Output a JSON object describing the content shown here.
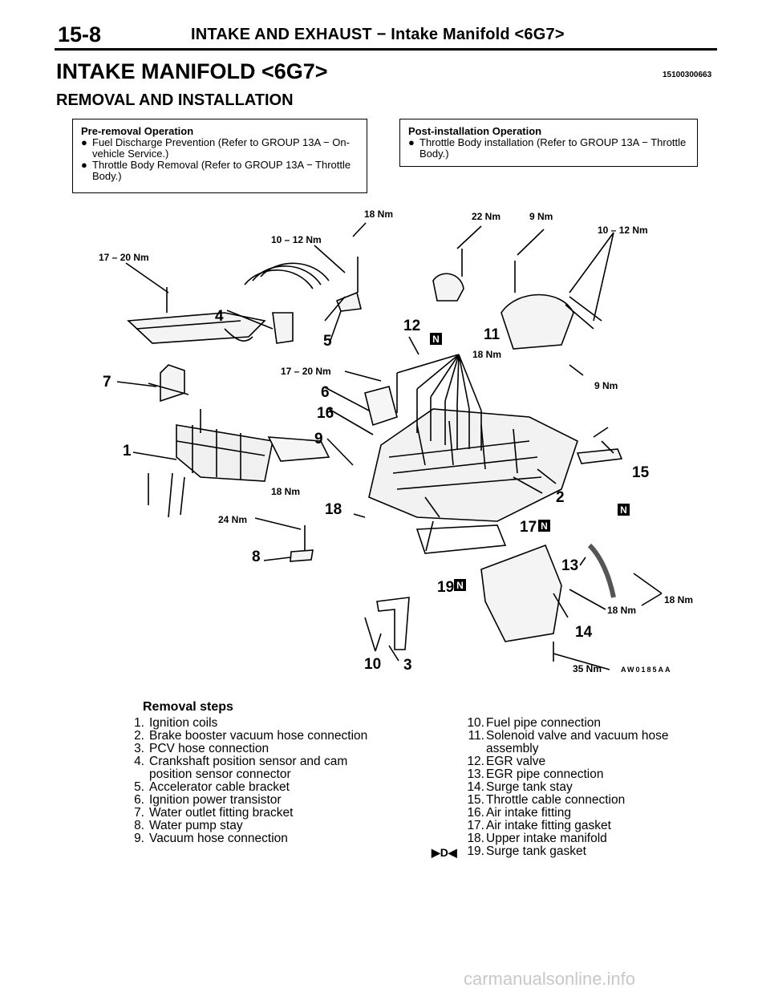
{
  "header": {
    "page_number": "15-8",
    "running_title": "INTAKE AND EXHAUST − Intake Manifold <6G7>"
  },
  "title": "INTAKE MANIFOLD <6G7>",
  "doc_code": "15100300663",
  "subtitle": "REMOVAL AND INSTALLATION",
  "pre_removal": {
    "title": "Pre-removal Operation",
    "bullet": "●",
    "items": [
      "Fuel Discharge Prevention (Refer to GROUP 13A − On-vehicle Service.)",
      "Throttle Body Removal (Refer to GROUP 13A − Throttle Body.)"
    ]
  },
  "post_installation": {
    "title": "Post-installation Operation",
    "bullet": "●",
    "items": [
      "Throttle Body installation (Refer to GROUP 13A − Throttle Body.)"
    ]
  },
  "diagram": {
    "figure_code": "AW0185AA",
    "badge": "N",
    "torques": {
      "t18_top": "18 Nm",
      "t22": "22 Nm",
      "t9_top": "9 Nm",
      "t10_12_right": "10 – 12 Nm",
      "t10_12_left": "10 – 12 Nm",
      "t17_20_left": "17 – 20 Nm",
      "t18_mid": "18 Nm",
      "t17_20_mid": "17 – 20 Nm",
      "t9_right": "9 Nm",
      "t18_left": "18 Nm",
      "t24": "24 Nm",
      "t18_bottom": "18 Nm",
      "t18_far_right": "18 Nm",
      "t35": "35 Nm"
    },
    "callouts": {
      "c1": "1",
      "c2": "2",
      "c3": "3",
      "c4": "4",
      "c5": "5",
      "c6": "6",
      "c7": "7",
      "c8": "8",
      "c9": "9",
      "c10": "10",
      "c11": "11",
      "c12": "12",
      "c13": "13",
      "c14": "14",
      "c15": "15",
      "c16": "16",
      "c17": "17",
      "c18": "18",
      "c19": "19"
    }
  },
  "removal_steps": {
    "title": "Removal steps",
    "left": [
      {
        "num": "1.",
        "label": "Ignition coils"
      },
      {
        "num": "2.",
        "label": "Brake booster vacuum hose connection"
      },
      {
        "num": "3.",
        "label": "PCV hose connection"
      },
      {
        "num": "4.",
        "label": "Crankshaft position sensor and cam position sensor connector"
      },
      {
        "num": "5.",
        "label": "Accelerator cable bracket"
      },
      {
        "num": "6.",
        "label": "Ignition power transistor"
      },
      {
        "num": "7.",
        "label": "Water outlet fitting bracket"
      },
      {
        "num": "8.",
        "label": "Water pump stay"
      },
      {
        "num": "9.",
        "label": "Vacuum hose connection"
      }
    ],
    "right": [
      {
        "num": "10.",
        "label": "Fuel pipe connection"
      },
      {
        "num": "11.",
        "label": "Solenoid valve and vacuum hose assembly"
      },
      {
        "num": "12.",
        "label": "EGR valve"
      },
      {
        "num": "13.",
        "label": "EGR pipe connection"
      },
      {
        "num": "14.",
        "label": "Surge tank stay"
      },
      {
        "num": "15.",
        "label": "Throttle cable connection"
      },
      {
        "num": "16.",
        "label": "Air intake fitting"
      },
      {
        "num": "17.",
        "label": "Air intake fitting gasket"
      },
      {
        "num": "18.",
        "label": "Upper intake manifold"
      },
      {
        "num": "19.",
        "label": "Surge tank gasket"
      }
    ],
    "step19_marker": "▶D◀"
  },
  "watermark": "carmanualsonline.info"
}
